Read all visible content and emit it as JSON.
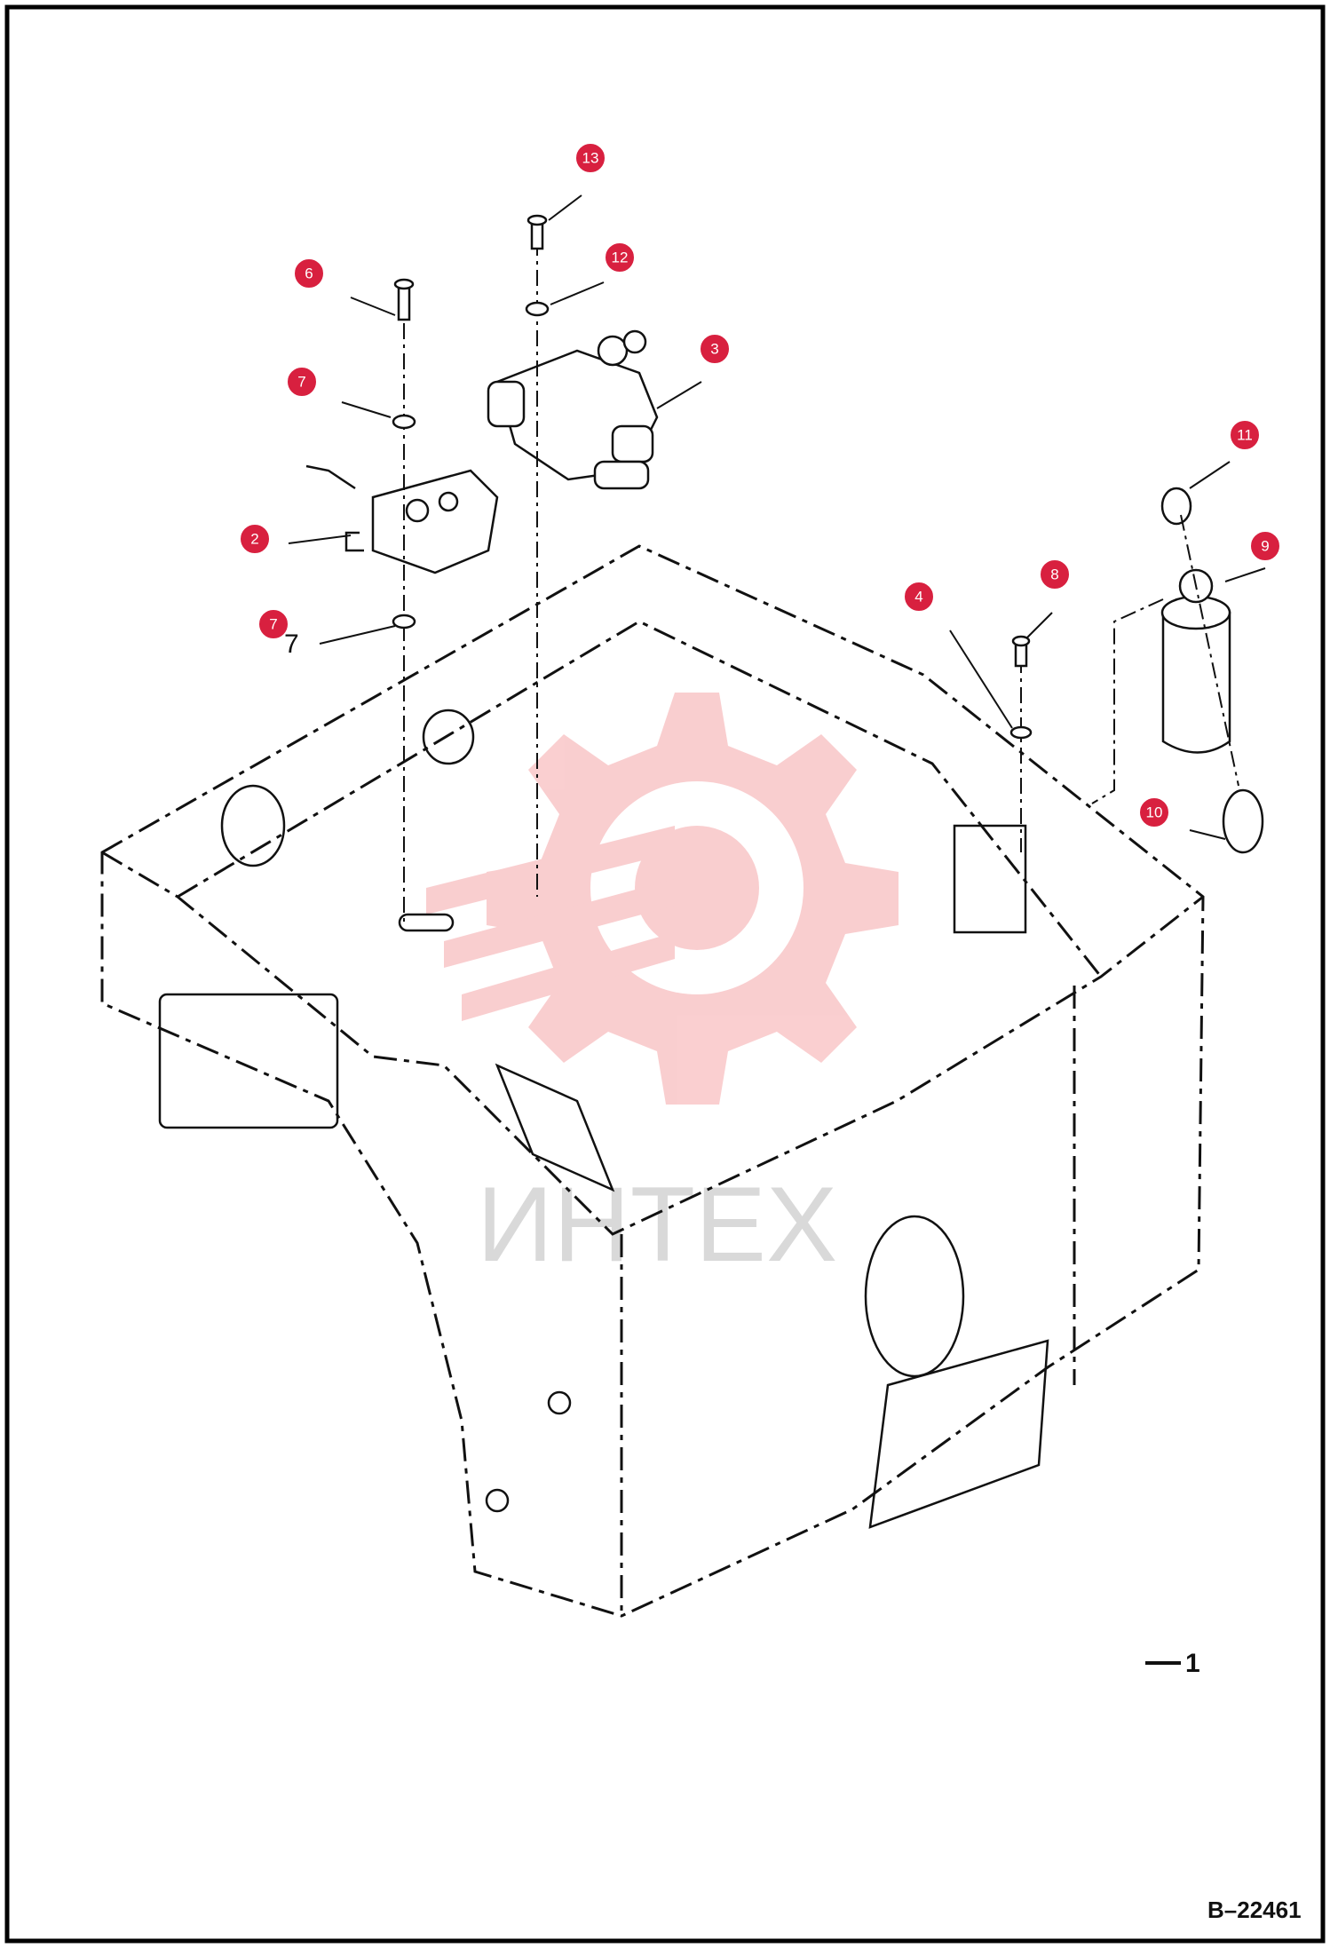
{
  "diagram": {
    "drawing_number": "B–22461",
    "main_part_label": "1",
    "watermark_text": "ИНТЕХ",
    "watermark_color": "#e8232b",
    "callout_color": "#d8203f",
    "callouts": [
      {
        "id": "13",
        "label": "13"
      },
      {
        "id": "12",
        "label": "12"
      },
      {
        "id": "6",
        "label": "6"
      },
      {
        "id": "3",
        "label": "3"
      },
      {
        "id": "7a",
        "label": "7"
      },
      {
        "id": "11",
        "label": "11"
      },
      {
        "id": "2",
        "label": "2"
      },
      {
        "id": "9",
        "label": "9"
      },
      {
        "id": "4",
        "label": "4"
      },
      {
        "id": "8",
        "label": "8"
      },
      {
        "id": "7b",
        "label": "7"
      },
      {
        "id": "10",
        "label": "10"
      }
    ],
    "printed_item_number": "7"
  }
}
